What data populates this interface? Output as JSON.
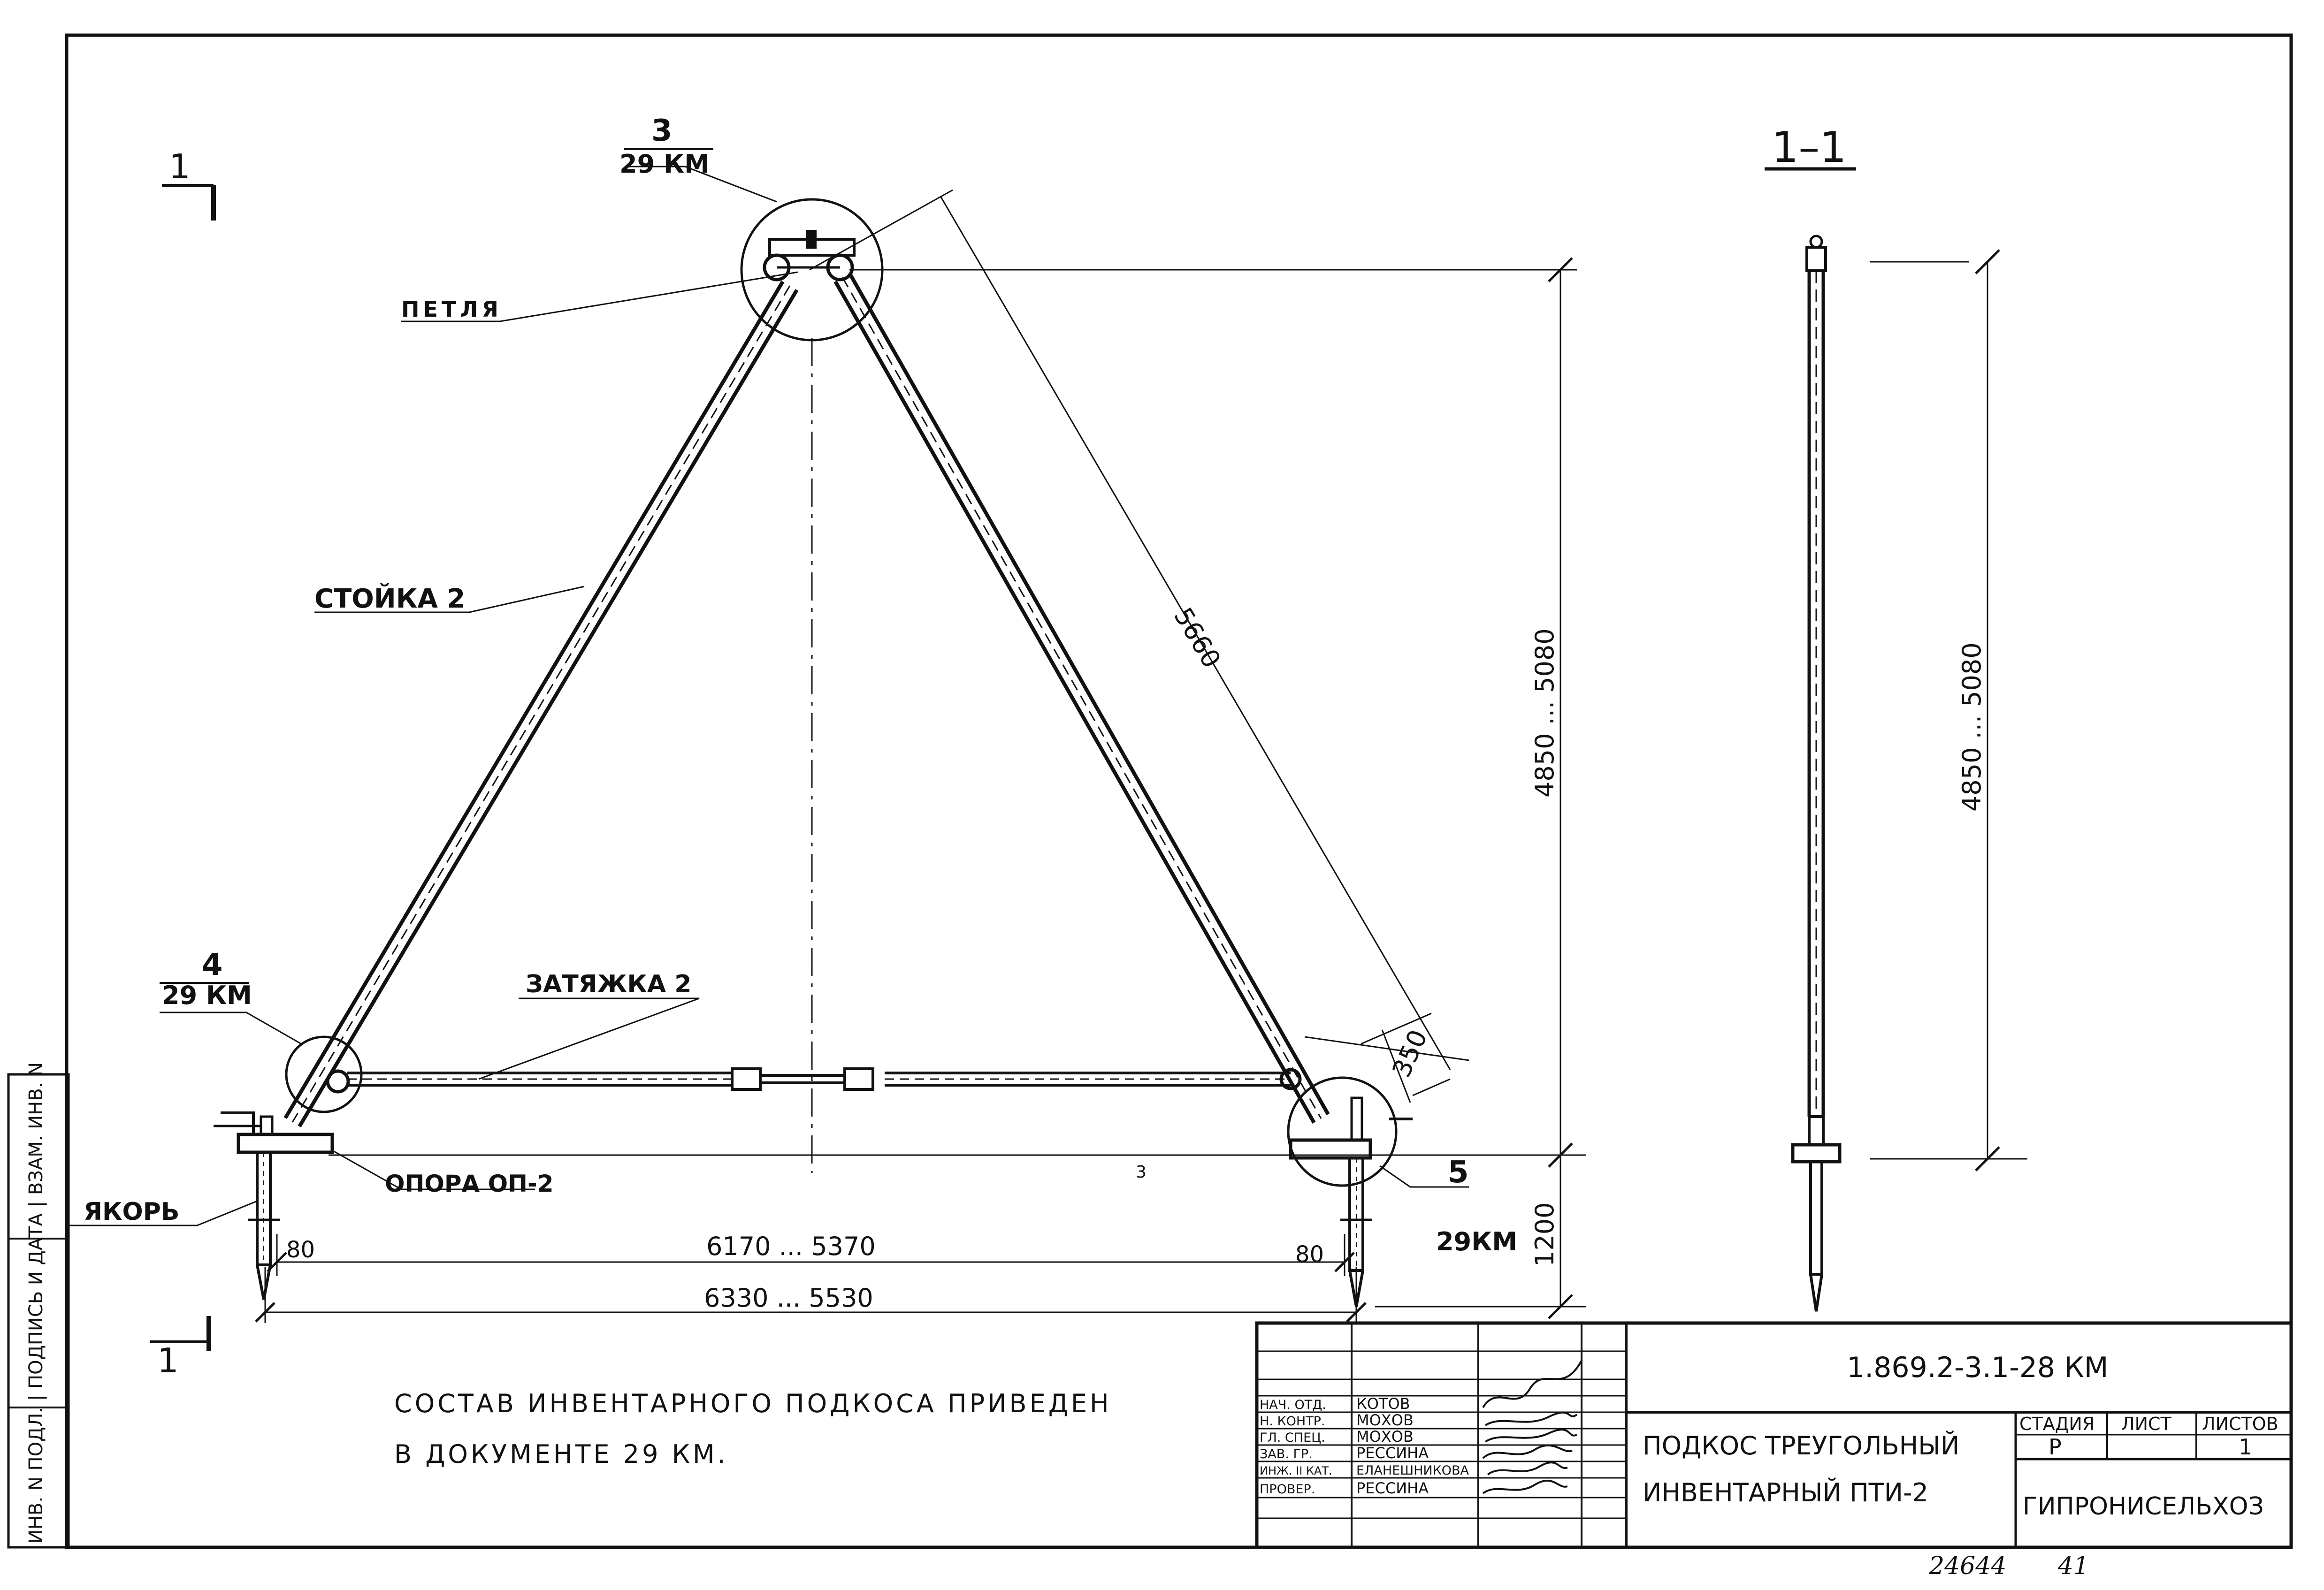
{
  "drawing": {
    "callouts": {
      "top_num": "3",
      "top_doc": "29 КМ",
      "left_num": "4",
      "left_doc": "29 КМ",
      "right_num": "5",
      "right_doc": "29КМ",
      "loop": "ПЕТЛЯ",
      "strut": "СТОЙКА 2",
      "tie": "ЗАТЯЖКА 2",
      "support": "ОПОРА ОП-2",
      "anchor": "ЯКОРЬ"
    },
    "dimensions": {
      "diagonal": "5660",
      "height": "4850 ... 5080",
      "offset": "350",
      "anchor_depth": "1200",
      "edge_left": "80",
      "edge_right": "80",
      "inner_span": "6170 ... 5370",
      "outer_span": "6330 ... 5530",
      "section_height": "4850 ... 5080"
    },
    "section_marks": {
      "top": "1",
      "bottom": "1",
      "title": "1–1",
      "stray": "3"
    },
    "note_line1": "СОСТАВ ИНВЕНТАРНОГО ПОДКОСА ПРИВЕДЕН",
    "note_line2": "В ДОКУМЕНТЕ  29 КМ."
  },
  "title_block": {
    "doc_code": "1.869.2-3.1-28 КМ",
    "title_line1": "ПОДКОС ТРЕУГОЛЬНЫЙ",
    "title_line2": "ИНВЕНТАРНЫЙ  ПТИ-2",
    "stage_header": "СТАДИЯ",
    "sheet_header": "ЛИСТ",
    "sheets_header": "ЛИСТОВ",
    "stage_value": "Р",
    "sheet_value": "",
    "sheets_value": "1",
    "organization": "ГИПРОНИСЕЛЬХОЗ",
    "roles": [
      {
        "role": "НАЧ. ОТД.",
        "name": "КОТОВ"
      },
      {
        "role": "Н. КОНТР.",
        "name": "МОХОВ"
      },
      {
        "role": "ГЛ. СПЕЦ.",
        "name": "МОХОВ"
      },
      {
        "role": "ЗАВ. ГР.",
        "name": "РЕССИНА"
      },
      {
        "role": "ИНЖ. II КАТ.",
        "name": "ЕЛАНЕШНИКОВА"
      },
      {
        "role": "ПРОВЕР.",
        "name": "РЕССИНА"
      }
    ]
  },
  "side_stamp": "ИНВ. N ПОДЛ. | ПОДПИСЬ И ДАТА | ВЗАМ. ИНВ. N",
  "footer": {
    "inventory": "24644",
    "page": "41"
  }
}
